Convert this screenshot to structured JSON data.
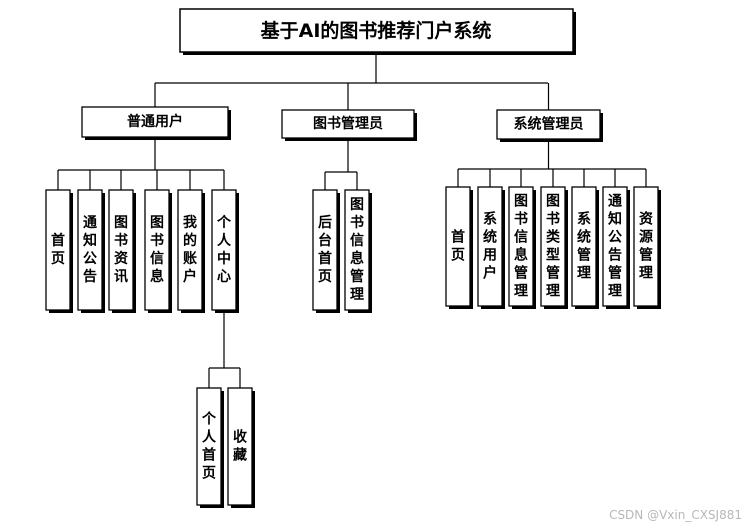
{
  "title": "基于AI的图书推荐门户系统",
  "roles": [
    {
      "name": "普通用户",
      "children": [
        {
          "label": "首页"
        },
        {
          "label": "通知公告"
        },
        {
          "label": "图书资讯"
        },
        {
          "label": "图书信息"
        },
        {
          "label": "我的账户"
        },
        {
          "label": "个人中心",
          "children": [
            {
              "label": "个人首页"
            },
            {
              "label": "收藏"
            }
          ]
        }
      ]
    },
    {
      "name": "图书管理员",
      "children": [
        {
          "label": "后台首页"
        },
        {
          "label": "图书信息管理"
        }
      ]
    },
    {
      "name": "系统管理员",
      "children": [
        {
          "label": "首页"
        },
        {
          "label": "系统用户"
        },
        {
          "label": "图书信息管理"
        },
        {
          "label": "图书类型管理"
        },
        {
          "label": "系统管理"
        },
        {
          "label": "通知公告管理"
        },
        {
          "label": "资源管理"
        }
      ]
    }
  ],
  "watermark": "CSDN @Vxin_CXSJ881"
}
